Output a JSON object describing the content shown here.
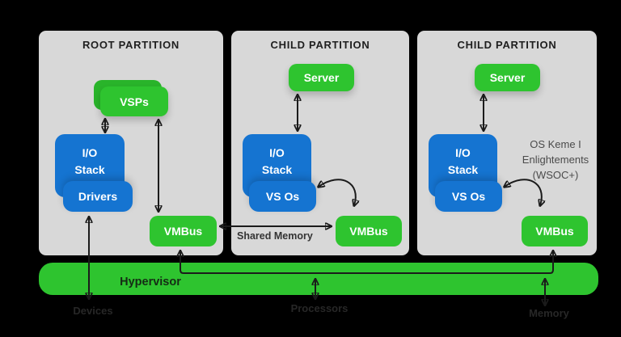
{
  "partitions": [
    {
      "title": "ROOT PARTITION",
      "vsps": "VSPs",
      "io_line1": "I/O",
      "io_line2": "Stack",
      "drivers": "Drivers",
      "vmbus": "VMBus"
    },
    {
      "title": "CHILD PARTITION",
      "server": "Server",
      "io_line1": "I/O",
      "io_line2": "Stack",
      "vsc": "VS Os",
      "vmbus": "VMBus"
    },
    {
      "title": "CHILD PARTITION",
      "server": "Server",
      "io_line1": "I/O",
      "io_line2": "Stack",
      "vsc": "VS Os",
      "vmbus": "VMBus",
      "note_line1": "OS Keme I",
      "note_line2": "Enlightements",
      "note_line3": "(WSOC+)"
    }
  ],
  "hypervisor": {
    "label": "Hypervisor"
  },
  "connectors": {
    "shared_memory": "Shared Memory"
  },
  "resources": {
    "devices": "Devices",
    "processors": "Processors",
    "memory": "Memory"
  },
  "colors": {
    "background": "#000000",
    "panel_gray": "#d8d8d8",
    "green": "#2ec42f",
    "blue": "#1574d1",
    "arrow": "#1b1b1b",
    "white_text": "#ffffff"
  }
}
